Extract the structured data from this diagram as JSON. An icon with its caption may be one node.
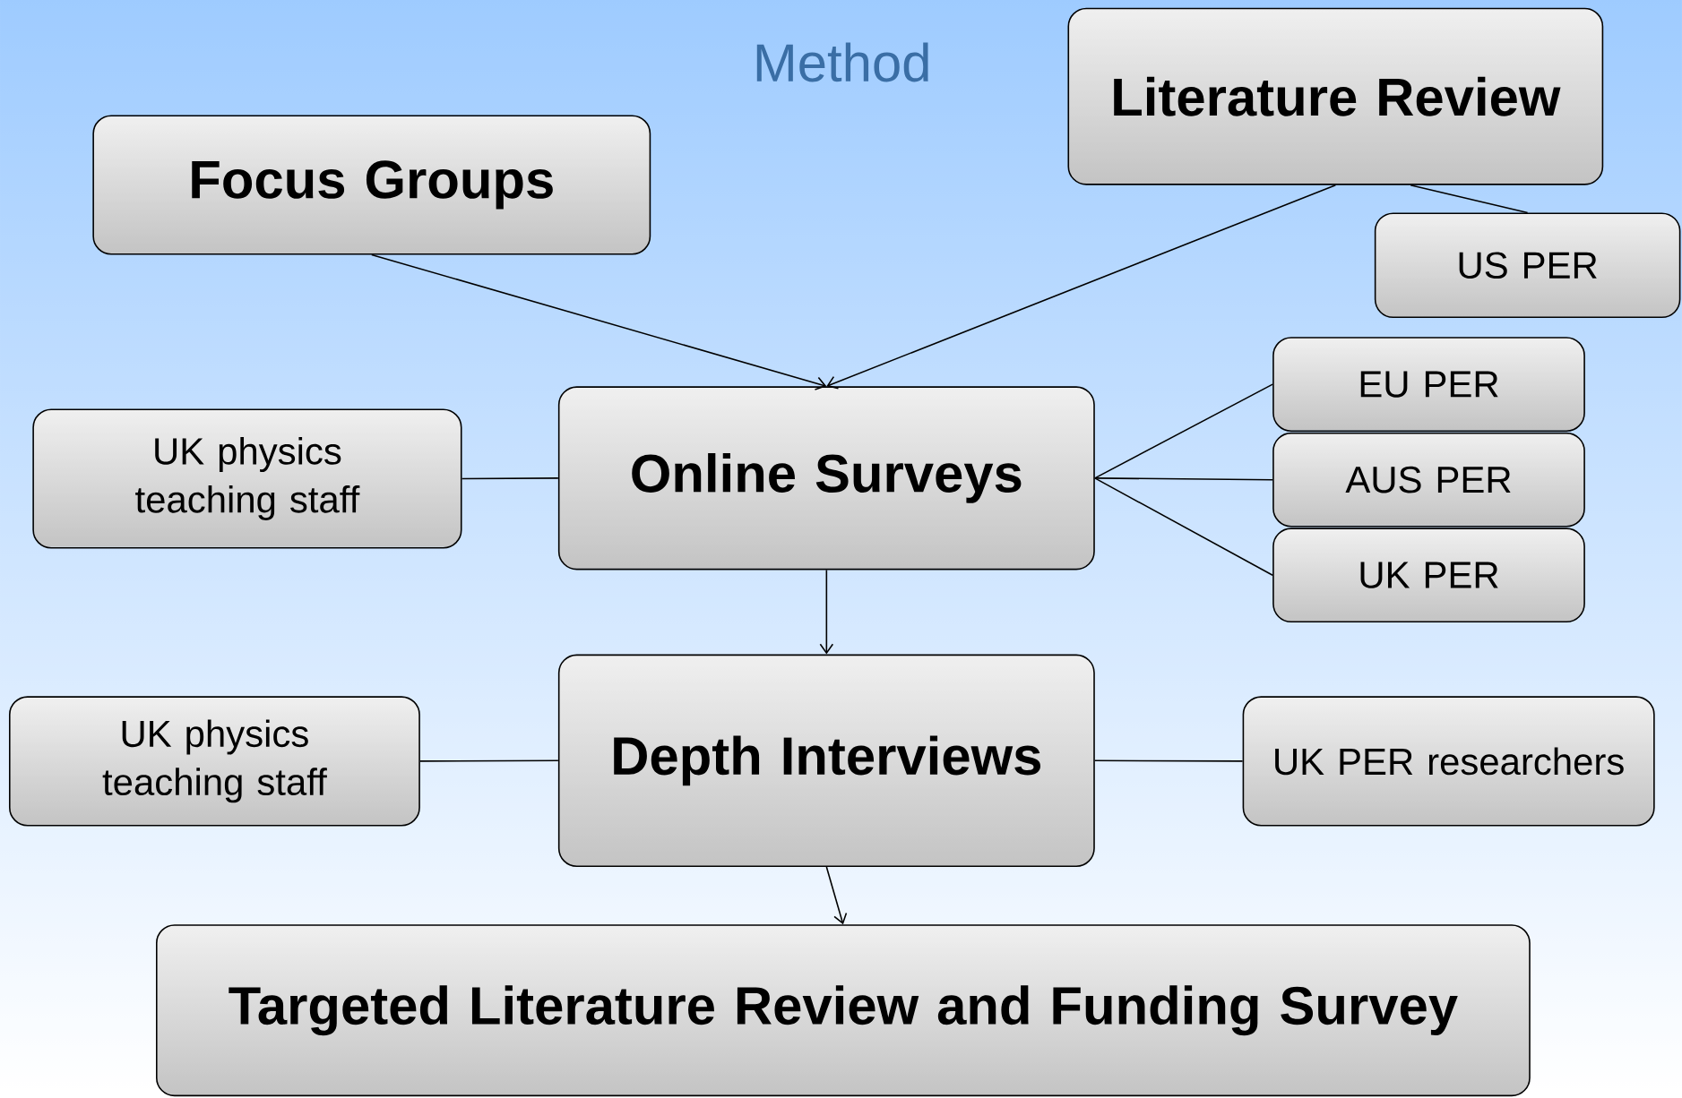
{
  "diagram": {
    "title": "Method",
    "nodes": [
      {
        "text": [
          "Literature Review"
        ]
      },
      {
        "text": [
          "Focus Groups"
        ]
      },
      {
        "text": [
          "US PER"
        ]
      },
      {
        "text": [
          "UK physics teaching staff"
        ]
      },
      {
        "text": [
          "Online Surveys"
        ]
      },
      {
        "text": [
          "EU PER"
        ]
      },
      {
        "text": [
          "AUS PER"
        ]
      },
      {
        "text": [
          "UK PER"
        ]
      },
      {
        "text": [
          "UK physics teaching staff"
        ]
      },
      {
        "text": [
          "Depth Interviews"
        ]
      },
      {
        "text": [
          "UK PER researchers"
        ]
      },
      {
        "text": [
          "Targeted Literature Review and Funding Survey"
        ]
      }
    ],
    "edges": [
      {
        "from": 1,
        "to": 4,
        "arrow": "to"
      },
      {
        "from": 0,
        "to": 4,
        "arrow": "to"
      },
      {
        "from": 0,
        "to": 2,
        "arrow": "none"
      },
      {
        "from": 3,
        "to": 4,
        "arrow": "none"
      },
      {
        "from": 4,
        "to": 5,
        "arrow": "none"
      },
      {
        "from": 4,
        "to": 6,
        "arrow": "none"
      },
      {
        "from": 4,
        "to": 7,
        "arrow": "none"
      },
      {
        "from": 4,
        "to": 9,
        "arrow": "to"
      },
      {
        "from": 8,
        "to": 9,
        "arrow": "none"
      },
      {
        "from": 9,
        "to": 10,
        "arrow": "none"
      },
      {
        "from": 9,
        "to": 11,
        "arrow": "to"
      }
    ]
  }
}
